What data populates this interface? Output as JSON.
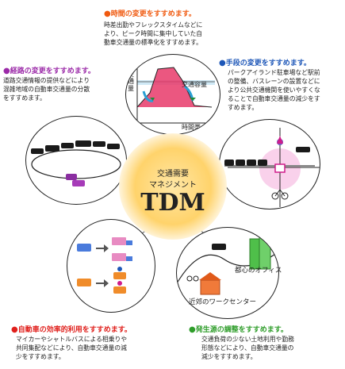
{
  "colors": {
    "time": "#f05a10",
    "route": "#9b2aa8",
    "means": "#1e57b8",
    "vehicle": "#e0201c",
    "source": "#2e9d2a",
    "center": "#ffd36b"
  },
  "center": {
    "line1": "交通需要",
    "line2": "マネジメント",
    "tdm": "TDM"
  },
  "items": {
    "time": {
      "title": "時間の変更をすすめます。",
      "desc": [
        "時差出勤やフレックスタイムなどに",
        "より、ピーク時間に集中していた自",
        "動車交通量の標準化をすすめます。"
      ],
      "chart": {
        "ylabel": "交通量",
        "cap": "交通容量",
        "xlabel": "時間帯"
      }
    },
    "route": {
      "title": "経路の変更をすすめます。",
      "desc": [
        "道路交通情報の提供などにより",
        "混雑地域の自動車交通量の分散",
        "をすすめます。"
      ]
    },
    "means": {
      "title": "手段の変更をすすめます。",
      "desc": [
        "パークアイランド駐車場など駅前",
        "の整備、バスレーンの設置などに",
        "より公共交通機関を使いやすくな",
        "ることで自動車交通量の減少をす",
        "すめます。"
      ]
    },
    "vehicle": {
      "title": "自動車の効率的利用をすすめます。",
      "desc": [
        "マイカーやシャトルバスによる相乗りや",
        "共同集配などにより、自動車交通量の減",
        "少をすすめます。"
      ]
    },
    "source": {
      "title": "発生源の調整をすすめます。",
      "desc": [
        "交通負荷の少ない土地利用や勤務",
        "形態などにより、自動車交通量の",
        "減少をすすめます。"
      ],
      "office": "都心のオフィス",
      "work": "近郊のワークセンター"
    }
  }
}
